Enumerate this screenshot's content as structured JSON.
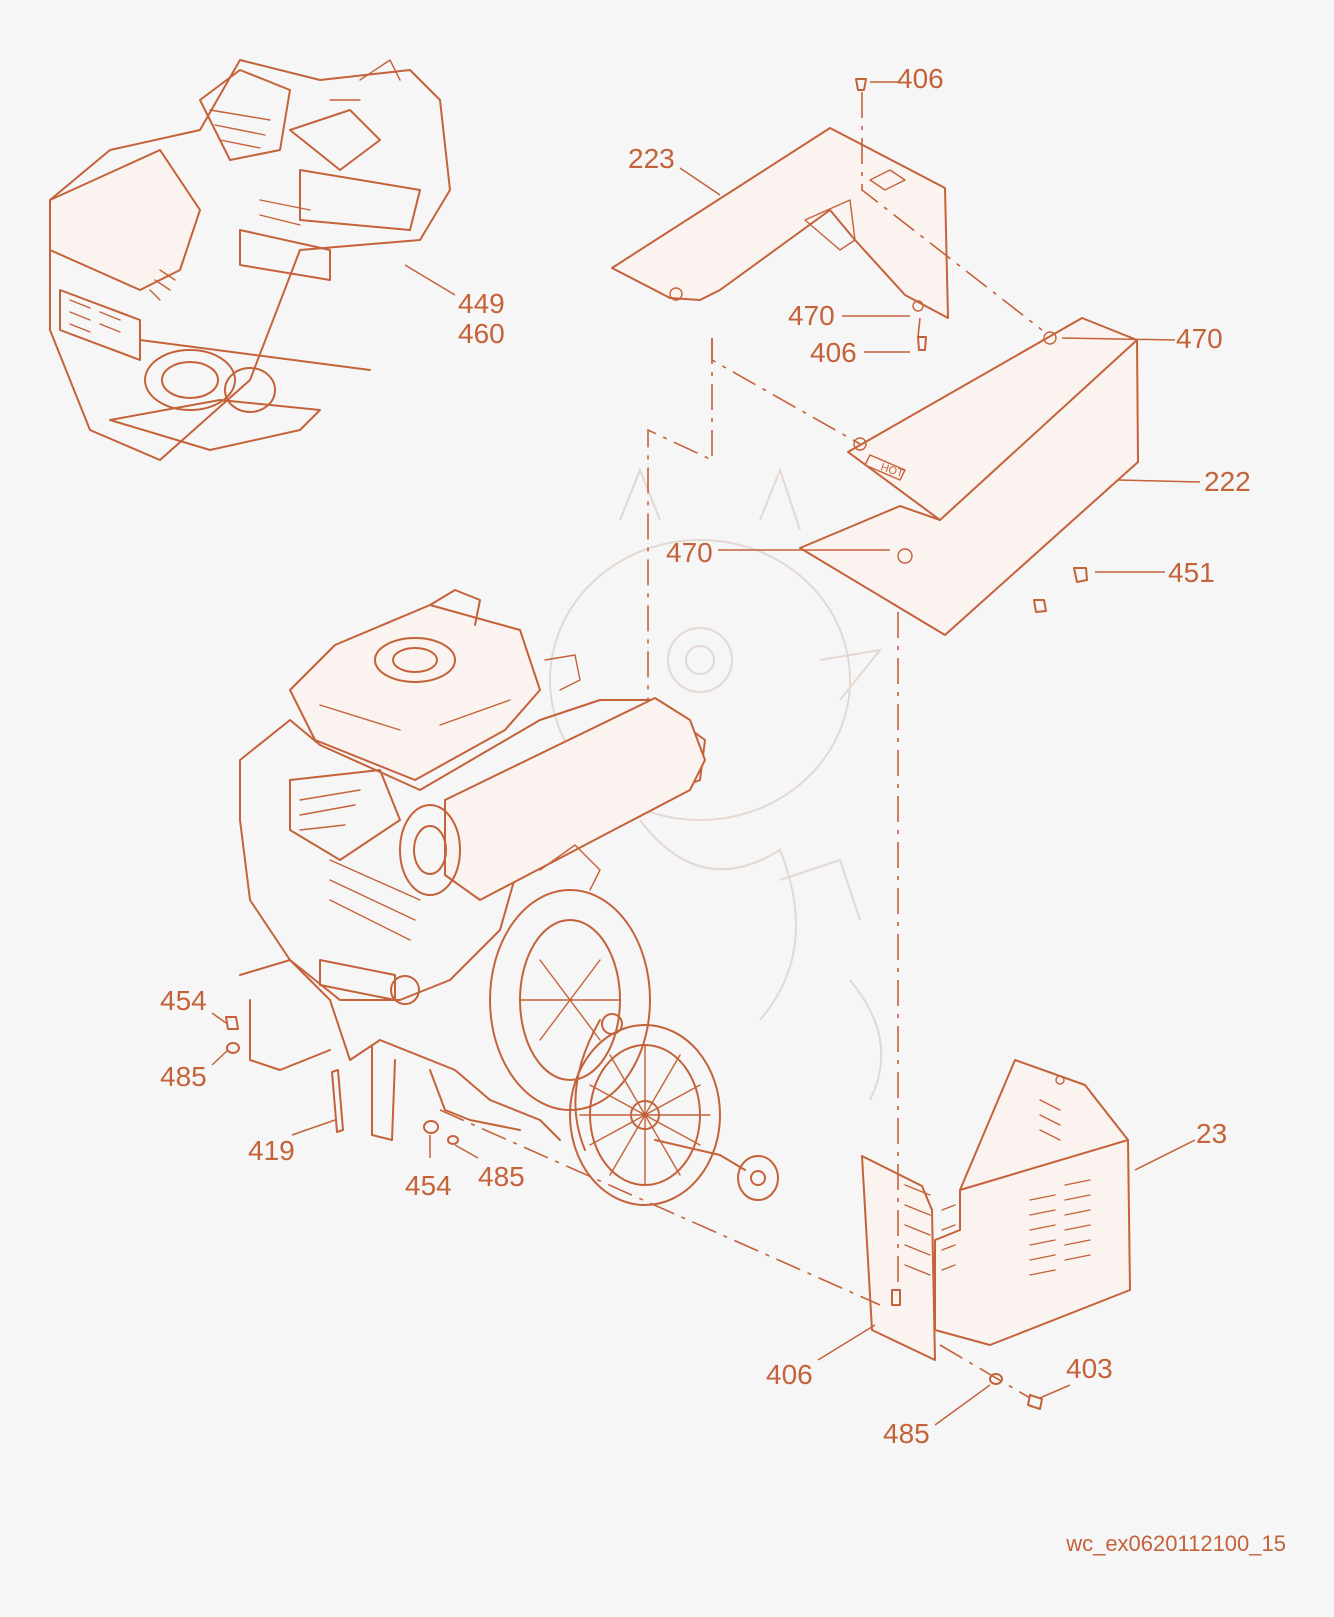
{
  "callouts": {
    "c406_top": "406",
    "c223": "223",
    "c449": "449",
    "c460": "460",
    "c470_a": "470",
    "c406_b": "406",
    "c470_b": "470",
    "c222": "222",
    "c470_c": "470",
    "c451": "451",
    "c454_a": "454",
    "c485_a": "485",
    "c419": "419",
    "c454_b": "454",
    "c485_b": "485",
    "c23": "23",
    "c403": "403",
    "c406_c": "406",
    "c485_c": "485"
  },
  "reference_code": "wc_ex0620112100_15",
  "colors": {
    "line": "#c4623a",
    "background": "#f6f6f6"
  }
}
